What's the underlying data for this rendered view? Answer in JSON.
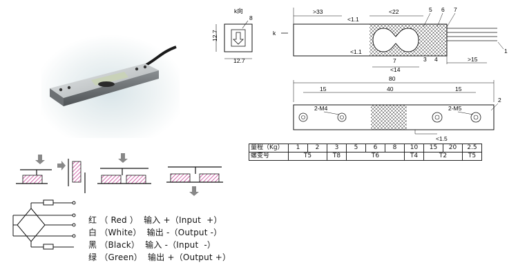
{
  "end_view": {
    "label_top": "k向",
    "callout": "8",
    "height": "12.7",
    "width": "12.7"
  },
  "side_view": {
    "direction_label": "k",
    "dim_left": ">33",
    "dim_top_small": "<1.1",
    "dim_top_mid": "<22",
    "dim_bottom_small": "<1.1",
    "dim_center": "7",
    "dim_bottom_mid": "<14",
    "dim_right": ">15",
    "callout_5": "5",
    "callout_6": "6",
    "callout_7": "7",
    "callout_3": "3",
    "callout_4": "4",
    "callout_1": "1"
  },
  "top_view": {
    "dim_total": "80",
    "dim_left": "15",
    "dim_mid": "40",
    "dim_right": "15",
    "hole_left": "2-M4",
    "hole_right": "2-M5",
    "callout_2": "2",
    "dim_bottom": "<1.5"
  },
  "spec_table": {
    "row1_header": "量程（Kg）",
    "capacities": [
      "1",
      "2",
      "3",
      "5",
      "6",
      "8",
      "10",
      "15",
      "20",
      "2.5"
    ],
    "row2_header": "螺变号",
    "models": [
      "T5",
      "T8",
      "T6",
      "T4",
      "T2",
      "T5"
    ]
  },
  "wiring": [
    {
      "color": "红",
      "name": "（ Red ）",
      "func": "输入 +（Input  +）"
    },
    {
      "color": "白",
      "name": "（White）",
      "func": "输出 -（Output -）"
    },
    {
      "color": "黑",
      "name": "（Black）",
      "func": "输入 -（Input  -）"
    },
    {
      "color": "绿",
      "name": "（Green）",
      "func": "输出 +（Output +）"
    }
  ]
}
